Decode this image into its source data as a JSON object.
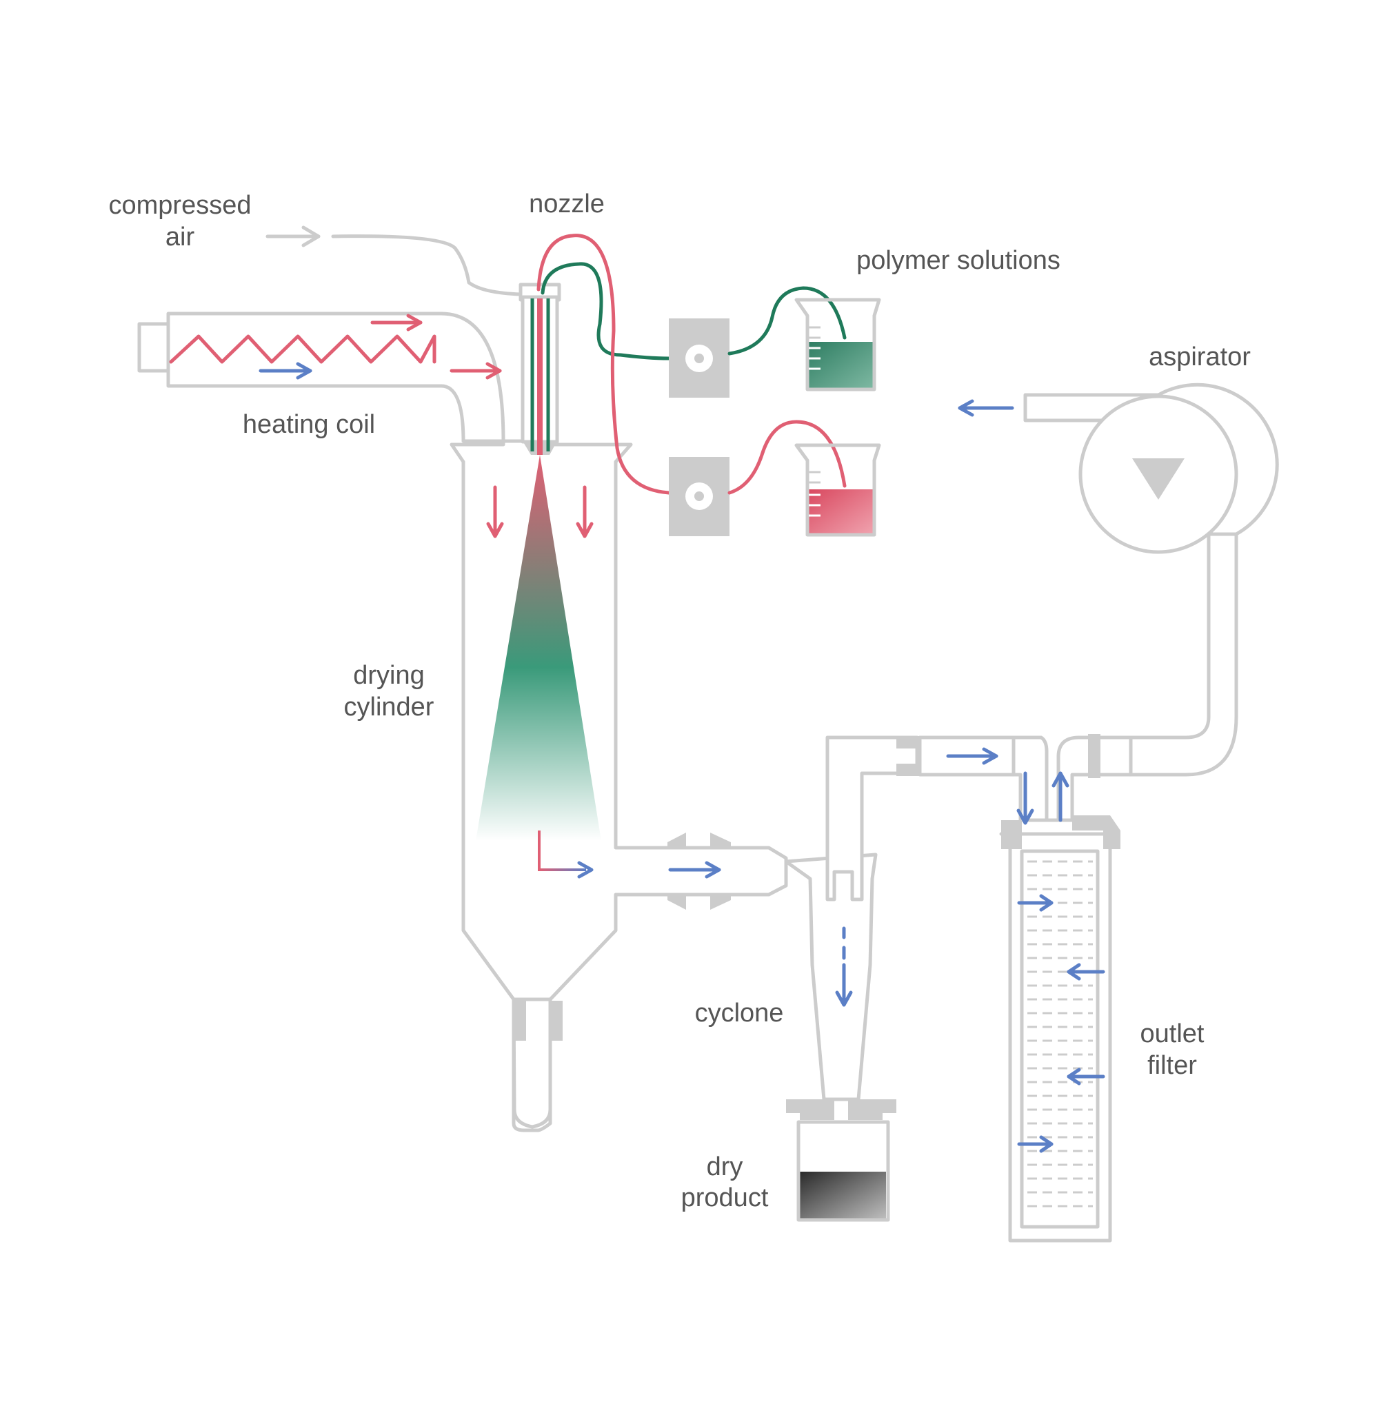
{
  "labels": {
    "compressed_air_line1": "compressed",
    "compressed_air_line2": "air",
    "nozzle": "nozzle",
    "polymer_solutions": "polymer solutions",
    "aspirator": "aspirator",
    "heating_coil": "heating coil",
    "drying_cylinder_line1": "drying",
    "drying_cylinder_line2": "cylinder",
    "cyclone": "cyclone",
    "outlet_filter_line1": "outlet",
    "outlet_filter_line2": "filter",
    "dry_product_line1": "dry",
    "dry_product_line2": "product"
  },
  "colors": {
    "hot_air": "#e05f73",
    "air_flow": "#5b7fc6",
    "solution_green": "#1f7a5a",
    "spray_green": "#3a9a7a",
    "apparatus": "#cccccc",
    "text": "#555555"
  }
}
